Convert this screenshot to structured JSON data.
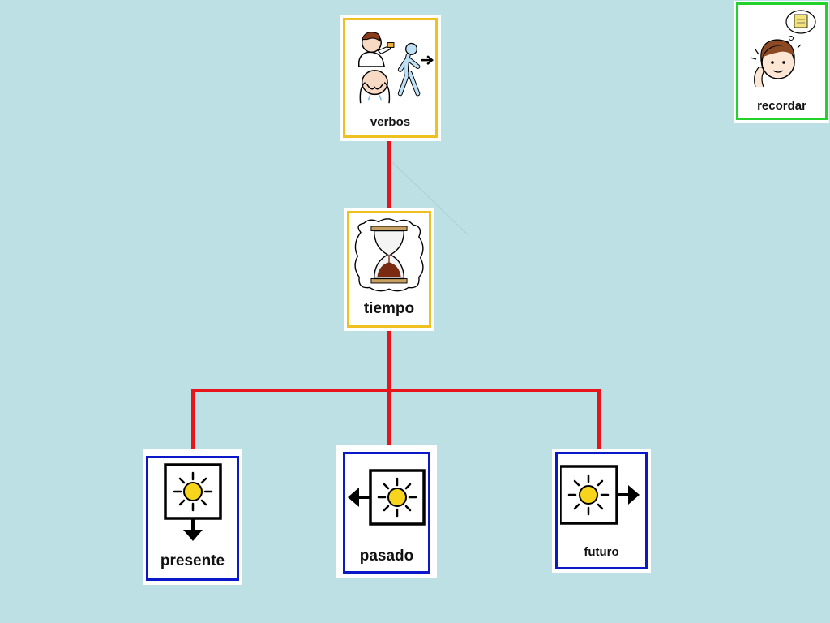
{
  "colors": {
    "background": "#bde0e4",
    "connector": "#e8141b",
    "frame_category": "#f0c020",
    "frame_time_form": "#0b18c9",
    "frame_action": "#22d22a",
    "sun": "#f7d51d"
  },
  "cards": {
    "verbos": {
      "label": "verbos",
      "icon": "verbs-people-icon"
    },
    "tiempo": {
      "label": "tiempo",
      "icon": "hourglass-icon"
    },
    "presente": {
      "label": "presente",
      "icon": "sun-arrow-down-icon"
    },
    "pasado": {
      "label": "pasado",
      "icon": "sun-arrow-left-icon"
    },
    "futuro": {
      "label": "futuro",
      "icon": "sun-arrow-right-icon"
    },
    "recordar": {
      "label": "recordar",
      "icon": "remember-girl-icon"
    }
  }
}
